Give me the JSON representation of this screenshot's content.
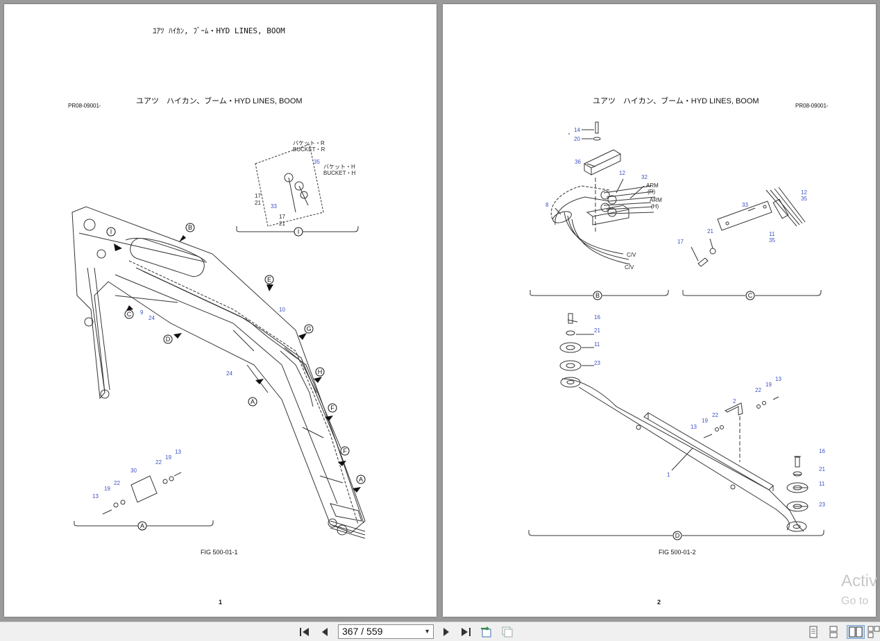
{
  "page1": {
    "top_title": "ﾕｱﾂ ﾊｲｶﾝ, ﾌﾞｰﾑ・HYD LINES, BOOM",
    "code": "PR08-09001-",
    "header": "ユアツ　ハイカン、ブーム・HYD LINES, BOOM",
    "bucket_r_jp": "バケット・R",
    "bucket_r": "BUCKET・R",
    "bucket_h_jp": "バケット・H",
    "bucket_h": "BUCKET・H",
    "fig_label": "FIG 500-01-1",
    "page_number": "1",
    "callouts": [
      "I",
      "B",
      "E",
      "G",
      "H",
      "F",
      "F",
      "A",
      "A",
      "C",
      "D"
    ],
    "parts_blue": [
      "35",
      "33",
      "9",
      "24",
      "24",
      "10",
      "13",
      "19",
      "22",
      "30",
      "22",
      "19",
      "13"
    ],
    "parts_black": [
      "17",
      "21",
      "17",
      "21"
    ],
    "detail_labels": [
      "I",
      "A"
    ]
  },
  "page2": {
    "header": "ユアツ　ハイカン、ブーム・HYD LINES, BOOM",
    "code": "PR08-09001-",
    "arm_r": "ARM",
    "arm_r2": "(R)",
    "arm_h": "ARM",
    "arm_h2": "(H)",
    "cv_label": "C/V",
    "fig_label": "FIG  500-01-2",
    "page_number": "2",
    "parts_blue": [
      "14",
      "20",
      "36",
      "12",
      "32",
      "8",
      "12",
      "35",
      "33",
      "21",
      "17",
      "11",
      "35",
      "16",
      "21",
      "11",
      "23",
      "22",
      "19",
      "13",
      "2",
      "22",
      "19",
      "13",
      "1",
      "16",
      "21",
      "11",
      "23"
    ],
    "detail_labels": [
      "B",
      "C",
      "D"
    ]
  },
  "watermark": {
    "line1": "Activ",
    "line2": "Go to"
  },
  "toolbar": {
    "page_indicator": "367 / 559",
    "icons": [
      "first-page-icon",
      "prev-page-icon",
      "next-page-icon",
      "last-page-icon",
      "go-back-icon",
      "go-forward-icon",
      "single-page-view-icon",
      "continuous-view-icon",
      "two-page-view-icon",
      "two-page-continuous-view-icon"
    ]
  },
  "colors": {
    "part_number_blue": "#3b4fc4",
    "background": "#9a9a9a",
    "toolbar": "#f0f0f0"
  }
}
